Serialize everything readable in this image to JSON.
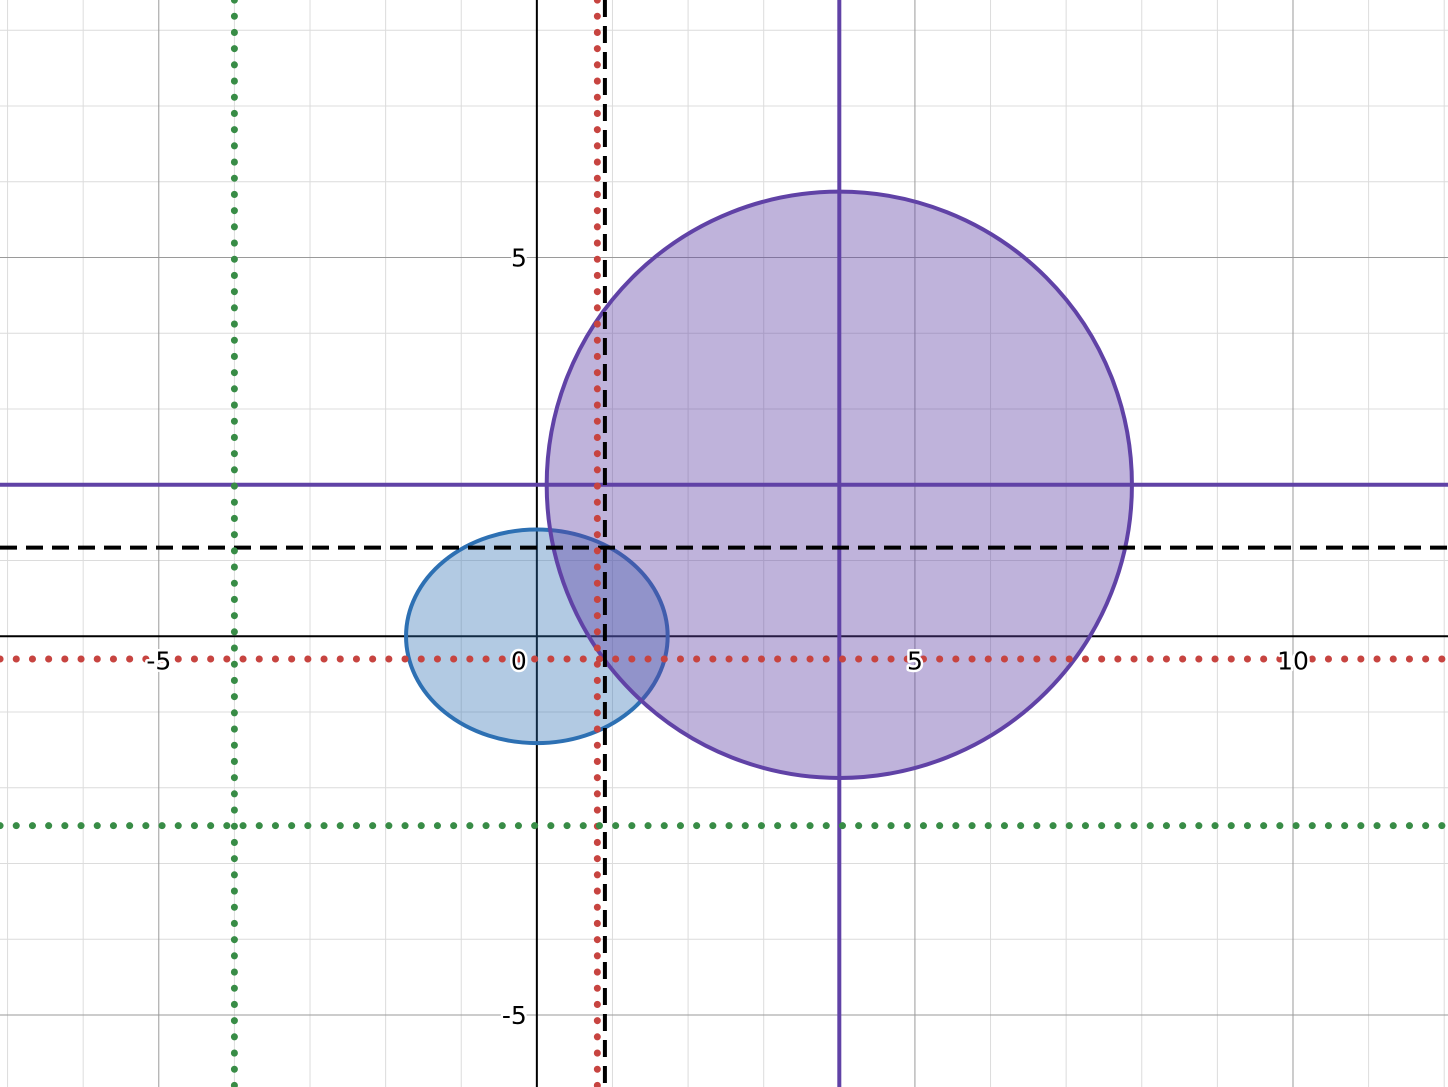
{
  "chart_data": {
    "type": "scatter",
    "xlim": [
      -7.1,
      12.05
    ],
    "ylim": [
      -5.95,
      8.4
    ],
    "grid": true,
    "minor_grid_step": 1,
    "major_grid_step": 5,
    "x_ticks": [
      {
        "value": -5,
        "label": "-5"
      },
      {
        "value": 0,
        "label": "0"
      },
      {
        "value": 5,
        "label": "5"
      },
      {
        "value": 10,
        "label": "10"
      }
    ],
    "y_ticks": [
      {
        "value": 5,
        "label": "5"
      },
      {
        "value": -5,
        "label": "-5"
      }
    ],
    "ellipses": [
      {
        "cx": 0,
        "cy": 0,
        "rx": 1.73,
        "ry": 1.41,
        "color": "#2d70b3",
        "fill_opacity": 0.37
      },
      {
        "cx": 4,
        "cy": 2,
        "rx": 3.87,
        "ry": 3.87,
        "color": "#6042a6",
        "fill_opacity": 0.4
      }
    ],
    "lines": [
      {
        "orientation": "vertical",
        "value": 4,
        "color": "#6042a6",
        "style": "solid"
      },
      {
        "orientation": "horizontal",
        "value": 2,
        "color": "#6042a6",
        "style": "solid"
      },
      {
        "orientation": "vertical",
        "value": 0.9,
        "color": "#000000",
        "style": "dashed"
      },
      {
        "orientation": "horizontal",
        "value": 1.17,
        "color": "#000000",
        "style": "dashed"
      },
      {
        "orientation": "vertical",
        "value": 0.8,
        "color": "#c74440",
        "style": "dotted"
      },
      {
        "orientation": "horizontal",
        "value": -0.3,
        "color": "#c74440",
        "style": "dotted"
      },
      {
        "orientation": "vertical",
        "value": -4,
        "color": "#388c46",
        "style": "dotted"
      },
      {
        "orientation": "horizontal",
        "value": -2.5,
        "color": "#388c46",
        "style": "dotted"
      }
    ]
  }
}
